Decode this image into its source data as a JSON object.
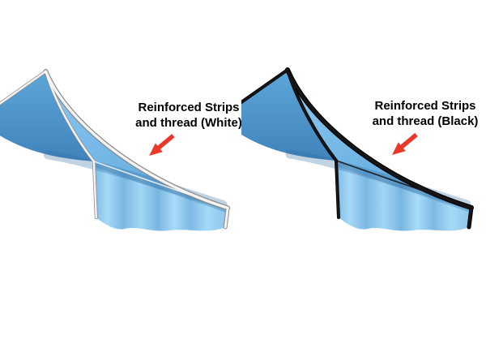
{
  "figure": {
    "background": "#ffffff",
    "description": "Side-by-side canopy tent top comparison of reinforced strip colors"
  },
  "variants": [
    {
      "name": "white",
      "label": {
        "line1": "Reinforced Strips",
        "line2": "and thread (White)"
      },
      "trim": {
        "strip_color": "#f4f4f4",
        "outline_color": "#8a8a8a"
      }
    },
    {
      "name": "black",
      "label": {
        "line1": "Reinforced Strips",
        "line2": "and thread (Black)"
      },
      "trim": {
        "strip_color": "#161616",
        "outline_color": "#000000"
      }
    }
  ],
  "colors": {
    "canopy_left_panel": "#4e97d0",
    "canopy_main_panel": "#7ec0ea",
    "valance": "#9fd4f4",
    "shadow_band": "#2d6da3",
    "arrow": "#e8392b",
    "label_text": "#000000"
  }
}
